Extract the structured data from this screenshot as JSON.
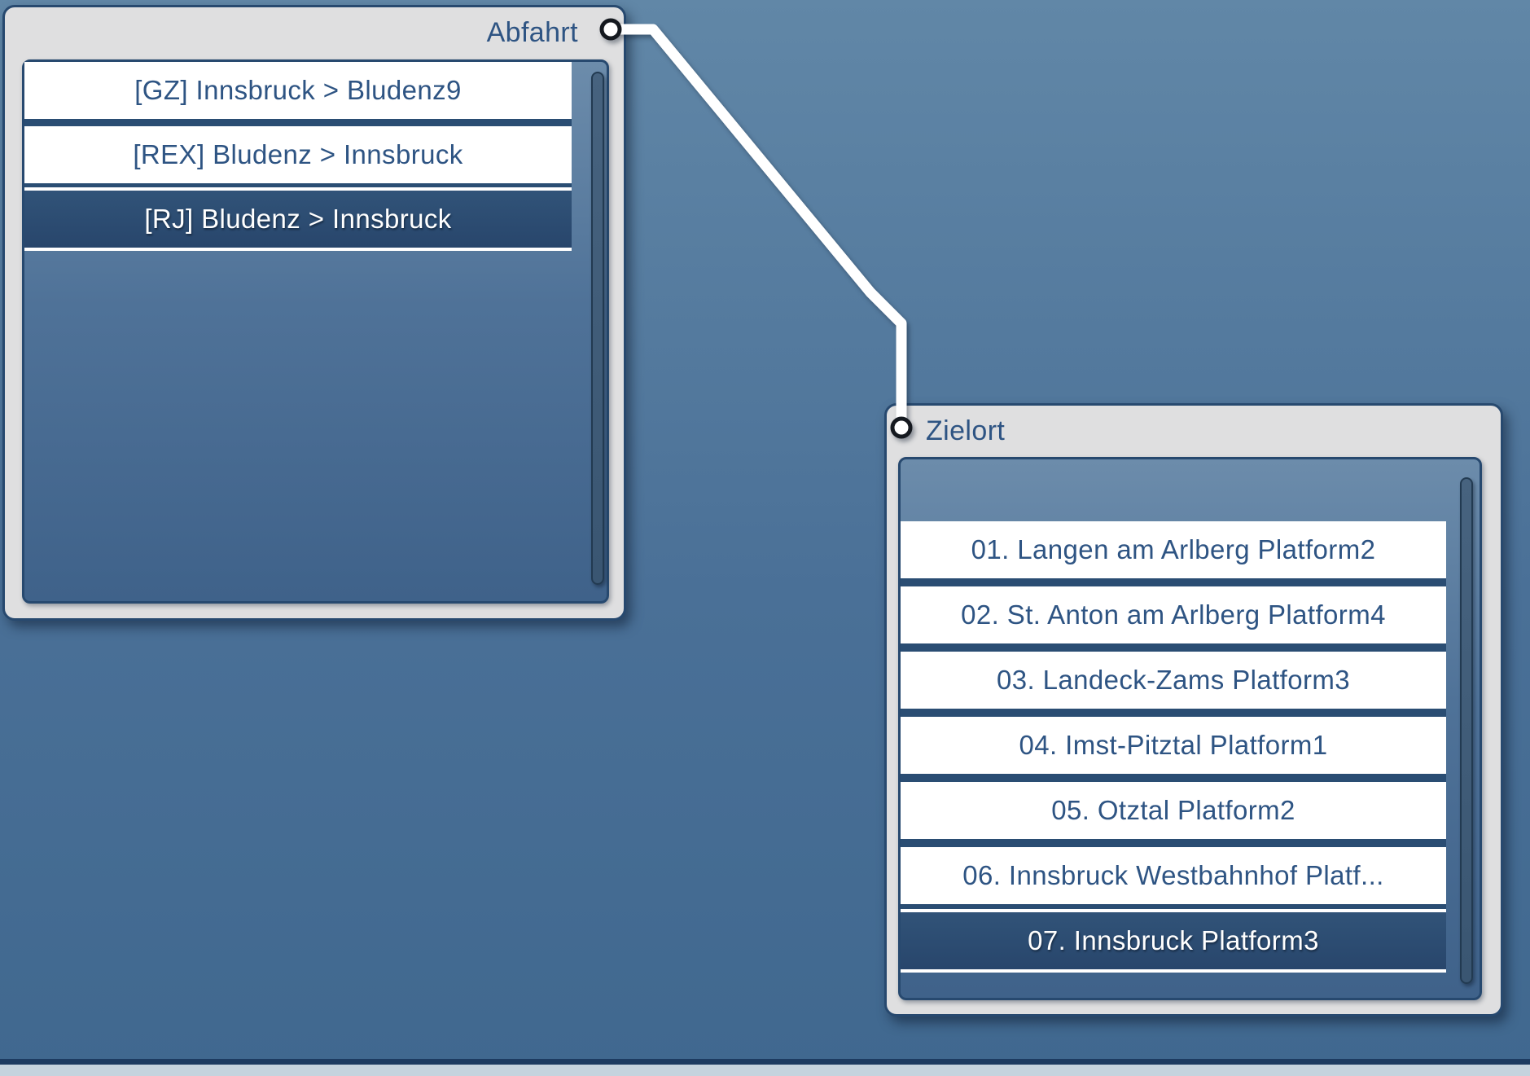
{
  "theme": {
    "bg_top": "#6187a7",
    "bg_mid": "#4a7097",
    "bg_bottom": "#40688f",
    "panel_bg": "#dfdfe0",
    "border_navy": "#27496f",
    "separator": "#2a4d73",
    "text_blue": "#2e5483",
    "selected_top": "#315378",
    "selected_bottom": "#28466c",
    "selected_text": "#ffffff",
    "scroll_top": "#47637f",
    "scroll_bottom": "#3a5672",
    "scroll_border": "#223a51",
    "wire": "#ffffff",
    "port_ring": "#15191f",
    "bottom_line": "#1d3b61",
    "bottom_bar": "#c5d3de"
  },
  "connection": {
    "from": "Abfahrt",
    "to": "Zielort"
  },
  "panels": [
    {
      "title": "Abfahrt",
      "items": [
        {
          "label": "[GZ] Innsbruck > Bludenz9",
          "selected": false
        },
        {
          "label": "[REX] Bludenz > Innsbruck",
          "selected": false
        },
        {
          "label": "[RJ] Bludenz > Innsbruck",
          "selected": true
        }
      ]
    },
    {
      "title": "Zielort",
      "items": [
        {
          "label": "01. Langen am Arlberg Platform2",
          "selected": false
        },
        {
          "label": "02. St. Anton am Arlberg Platform4",
          "selected": false
        },
        {
          "label": "03. Landeck-Zams Platform3",
          "selected": false
        },
        {
          "label": "04. Imst-Pitztal Platform1",
          "selected": false
        },
        {
          "label": "05. Otztal Platform2",
          "selected": false
        },
        {
          "label": "06. Innsbruck Westbahnhof Platf...",
          "selected": false
        },
        {
          "label": "07. Innsbruck Platform3",
          "selected": true
        }
      ]
    }
  ]
}
